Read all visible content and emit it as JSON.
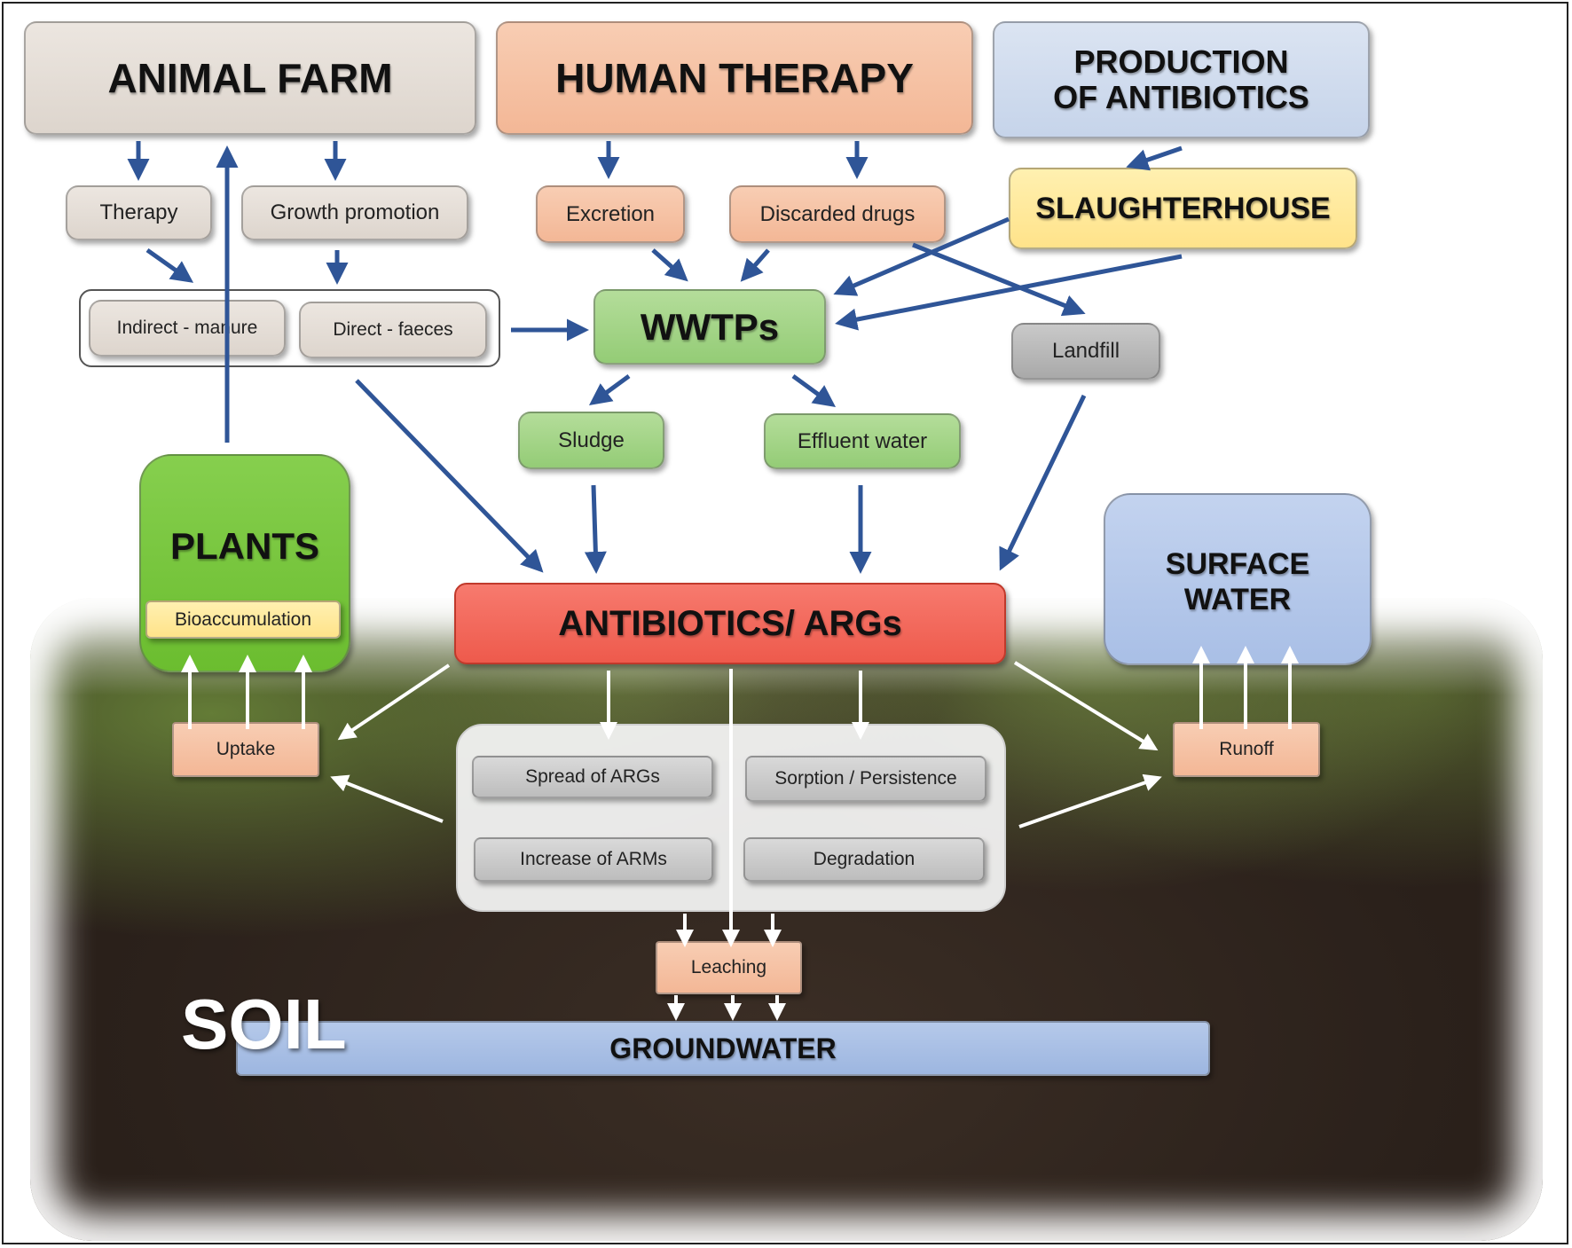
{
  "sources": {
    "animal_farm": "ANIMAL FARM",
    "human_therapy": "HUMAN THERAPY",
    "production": "PRODUCTION OF ANTIBIOTICS",
    "slaughterhouse": "SLAUGHTERHOUSE"
  },
  "pathways": {
    "therapy": "Therapy",
    "growth_promotion": "Growth promotion",
    "indirect_manure": "Indirect - manure",
    "direct_faeces": "Direct - faeces",
    "excretion": "Excretion",
    "discarded_drugs": "Discarded drugs",
    "wwtps": "WWTPs",
    "landfill": "Landfill",
    "sludge": "Sludge",
    "effluent_water": "Effluent water"
  },
  "soil_section": {
    "plants": "PLANTS",
    "bioaccumulation": "Bioaccumulation",
    "antibiotics_args": "ANTIBIOTICS/  ARGs",
    "surface_water": "SURFACE WATER",
    "uptake": "Uptake",
    "runoff": "Runoff",
    "spread_of_args": "Spread of ARGs",
    "sorption_persistence": "Sorption / Persistence",
    "increase_of_arms": "Increase of ARMs",
    "degradation": "Degradation",
    "leaching": "Leaching",
    "groundwater": "GROUNDWATER",
    "soil_label": "SOIL"
  },
  "colors": {
    "arrow_blue": "#2f5597",
    "arrow_white": "#ffffff",
    "antibiotics_red": "#f4665a"
  }
}
